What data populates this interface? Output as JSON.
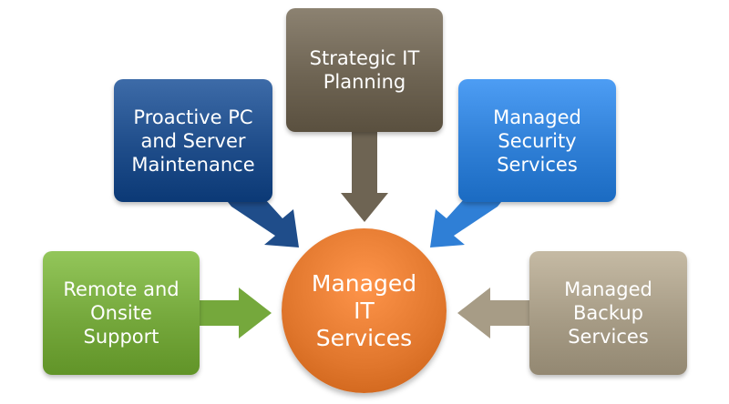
{
  "hub": {
    "label": "Managed\nIT\nServices",
    "color": "#e0762c"
  },
  "nodes": [
    {
      "id": "top",
      "label": "Strategic IT\nPlanning",
      "color": "#6e6453"
    },
    {
      "id": "left",
      "label": "Proactive PC\nand Server\nMaintenance",
      "color": "#1f4d8a"
    },
    {
      "id": "right",
      "label": "Managed\nSecurity\nServices",
      "color": "#2f7fd6"
    },
    {
      "id": "bleft",
      "label": "Remote and\nOnsite\nSupport",
      "color": "#75a83c"
    },
    {
      "id": "bright",
      "label": "Managed\nBackup\nServices",
      "color": "#a79c86"
    }
  ]
}
